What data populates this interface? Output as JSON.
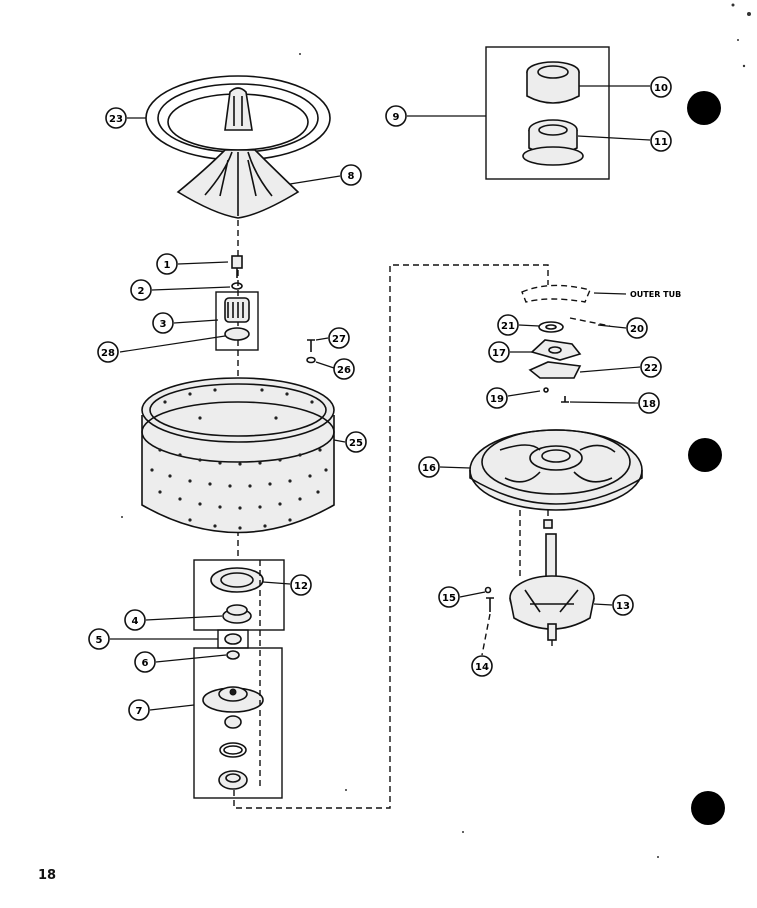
{
  "page": {
    "number": "18"
  },
  "labels": {
    "outer_tub": "OUTER TUB"
  },
  "callouts": [
    "23",
    "8",
    "9",
    "10",
    "11",
    "1",
    "2",
    "3",
    "28",
    "27",
    "26",
    "25",
    "21",
    "20",
    "17",
    "22",
    "19",
    "18",
    "16",
    "12",
    "4",
    "5",
    "6",
    "7",
    "15",
    "14",
    "13"
  ],
  "binder_holes": 3
}
